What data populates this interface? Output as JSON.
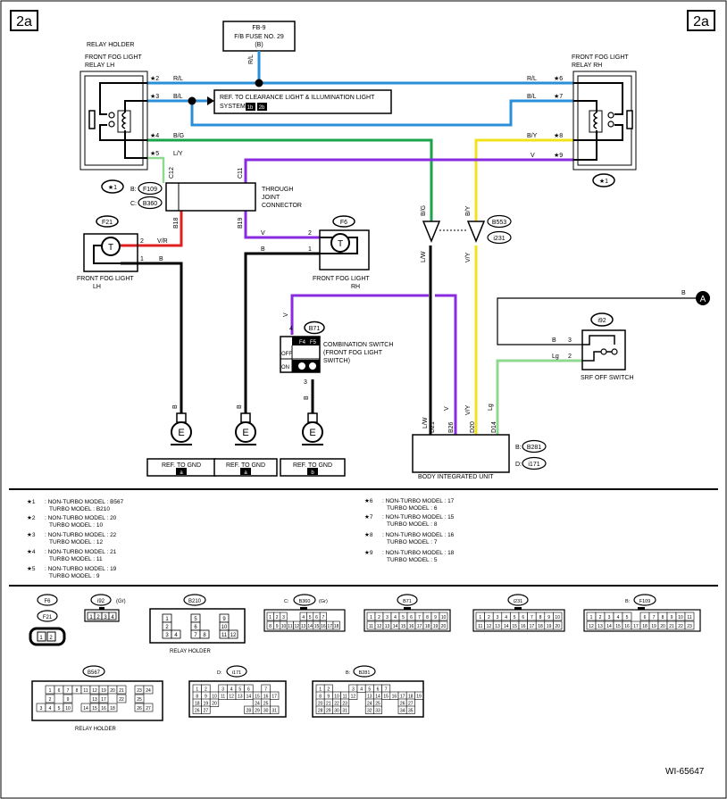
{
  "page_tag": "2a",
  "fuse": {
    "id": "FB-9",
    "name": "F/B FUSE NO. 29",
    "code": "(B)"
  },
  "relay_holder": {
    "title": "RELAY HOLDER",
    "lh_line1": "FRONT FOG LIGHT",
    "lh_line2": "RELAY LH",
    "rh_line1": "FRONT FOG LIGHT",
    "rh_line2": "RELAY RH"
  },
  "ref_clearance": {
    "line1": "REF. TO CLEARANCE LIGHT & ILLUMINATION LIGHT",
    "line2": "SYSTEM",
    "b1": "1b",
    "b2": "2b"
  },
  "wires": {
    "rl": "R/L",
    "bl": "B/L",
    "bg": "B/G",
    "ly": "L/Y",
    "by": "B/Y",
    "v": "V",
    "vr": "V/R",
    "b": "B",
    "lw": "L/W",
    "vy": "V/Y",
    "lg": "Lg"
  },
  "stars": {
    "s1": "★1",
    "s2": "★2",
    "s3": "★3",
    "s4": "★4",
    "s5": "★5",
    "s6": "★6",
    "s7": "★7",
    "s8": "★8",
    "s9": "★9"
  },
  "connectors": {
    "f109": "F109",
    "b360": "B360",
    "f21": "F21",
    "f6": "F6",
    "b553": "B553",
    "i231": "i231",
    "b71": "B71",
    "i92": "i92",
    "b281": "B281",
    "i171": "i171",
    "b210": "B210",
    "b567": "B567",
    "b_prefix": "B:",
    "c_prefix": "C:",
    "d_prefix": "D:",
    "gr": "(Gr)"
  },
  "pins": {
    "c12": "C12",
    "c11": "C11",
    "b18": "B18",
    "b19": "B19",
    "p1": "1",
    "p2": "2",
    "p3": "3",
    "p4": "4",
    "d21": "D21",
    "b26": "B26",
    "d20": "D20",
    "d14": "D14"
  },
  "joint": {
    "line1": "THROUGH",
    "line2": "JOINT",
    "line3": "CONNECTOR"
  },
  "fog_lh": {
    "line1": "FRONT FOG LIGHT",
    "line2": "LH"
  },
  "fog_rh": {
    "line1": "FRONT FOG LIGHT",
    "line2": "RH"
  },
  "comb_switch": {
    "line1": "COMBINATION SWITCH",
    "line2": "(FRONT FOG LIGHT",
    "line3": "SWITCH)",
    "off": "OFF",
    "on": "ON",
    "f4": "F4",
    "f5": "F5"
  },
  "srf": {
    "label": "SRF OFF SWITCH"
  },
  "point_a": "A",
  "ground": {
    "e": "E",
    "ref": "REF. TO GND",
    "a": "a",
    "b": "b"
  },
  "biu": {
    "label": "BODY INTEGRATED UNIT"
  },
  "notes_left": [
    {
      "star": "★1",
      "l1": ": NON-TURBO MODEL : B567",
      "l2": "TURBO MODEL : B210"
    },
    {
      "star": "★2",
      "l1": ": NON-TURBO MODEL : 20",
      "l2": "TURBO MODEL : 10"
    },
    {
      "star": "★3",
      "l1": ": NON-TURBO MODEL : 22",
      "l2": "TURBO MODEL : 12"
    },
    {
      "star": "★4",
      "l1": ": NON-TURBO MODEL : 21",
      "l2": "TURBO MODEL : 11"
    },
    {
      "star": "★5",
      "l1": ": NON-TURBO MODEL : 19",
      "l2": "TURBO MODEL : 9"
    }
  ],
  "notes_right": [
    {
      "star": "★6",
      "l1": ": NON-TURBO MODEL : 17",
      "l2": "TURBO MODEL : 6"
    },
    {
      "star": "★7",
      "l1": ": NON-TURBO MODEL : 15",
      "l2": "TURBO MODEL : 8"
    },
    {
      "star": "★8",
      "l1": ": NON-TURBO MODEL : 16",
      "l2": "TURBO MODEL : 7"
    },
    {
      "star": "★9",
      "l1": ": NON-TURBO MODEL : 18",
      "l2": "TURBO MODEL : 5"
    }
  ],
  "relay_holder_caption": "RELAY HOLDER",
  "figure_id": "WI-65647",
  "colors": {
    "blue": "#2a8fd8",
    "green": "#1aa34a",
    "yellow": "#f2e21b",
    "purple": "#8a2be2",
    "red": "#e02020",
    "lightgreen": "#8fd88f",
    "black": "#000000"
  }
}
